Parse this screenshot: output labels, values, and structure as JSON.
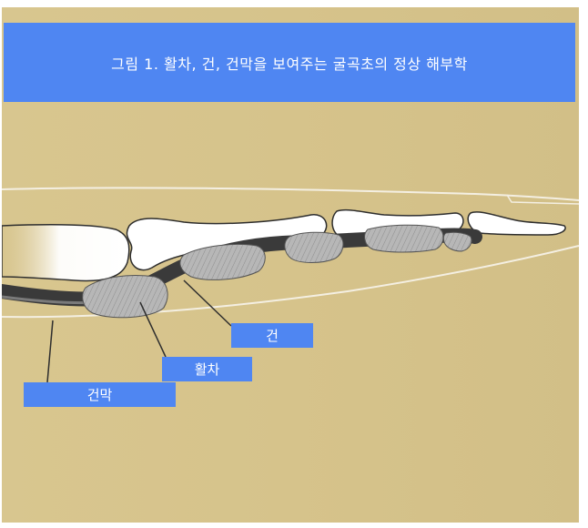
{
  "figure": {
    "title": "그림 1. 활차, 건, 건막을 보여주는 굴곡초의 정상 해부학"
  },
  "labels": {
    "tendon": "건",
    "pulley": "활차",
    "sheath": "건막"
  },
  "colors": {
    "banner": "#4f86f2",
    "background": "#d6c38b",
    "bone": "#ffffff",
    "pulley": "#b3b3b3",
    "tendon": "#3a3a3a",
    "leader_line": "#2e2e2e"
  }
}
